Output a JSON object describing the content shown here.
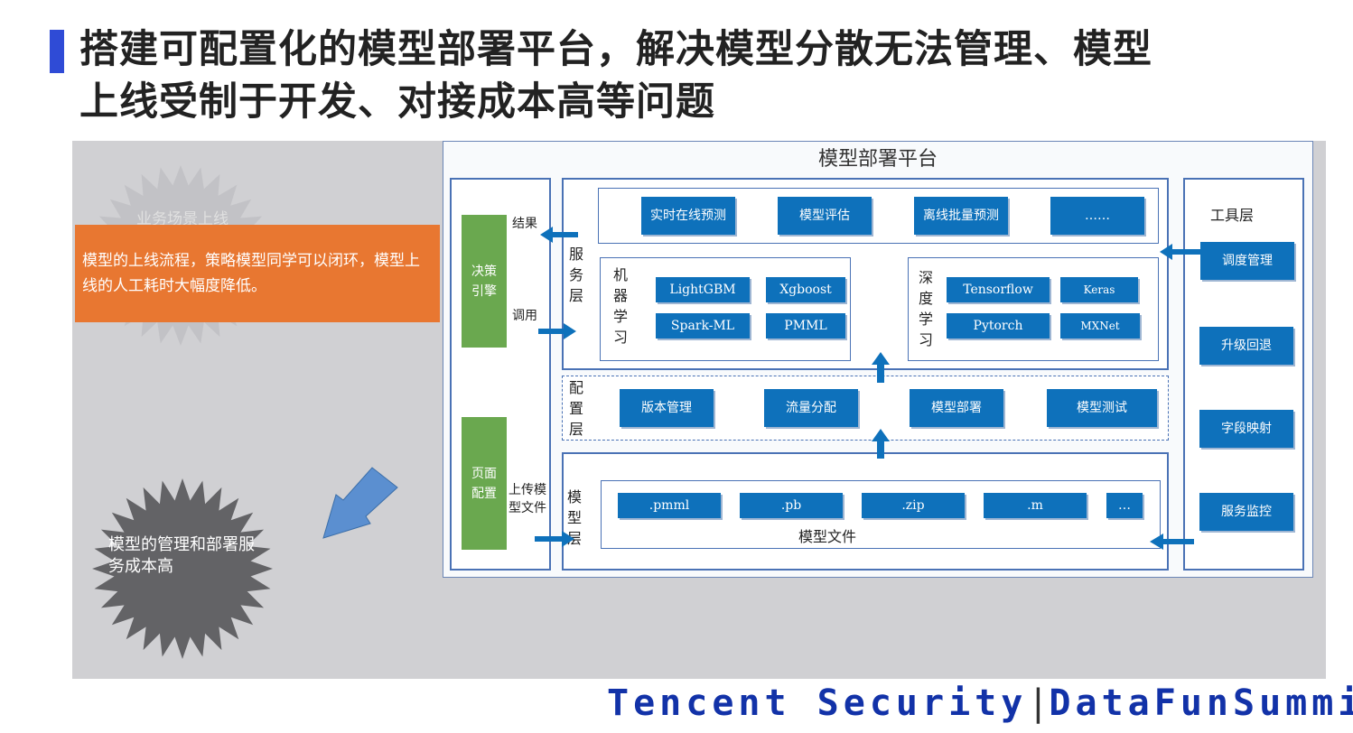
{
  "title": {
    "line1": "搭建可配置化的模型部署平台，解决模型分散无法管理、模型",
    "line2": "上线受制于开发、对接成本高等问题"
  },
  "starburst_text": "业务场景上线",
  "callout_text": "模型的上线流程，策略模型同学可以闭环，模型上线的人工耗时大幅度降低。",
  "dark_star_text": "模型的管理和部署服务成本高",
  "platform": {
    "title": "模型部署平台",
    "decision_engine": "决策引擎",
    "page_config": "页面配置",
    "result_label": "结果",
    "call_label": "调用",
    "upload_label": "上传模型文件",
    "service_layer": {
      "label": "服务层",
      "top_items": [
        "实时在线预测",
        "模型评估",
        "离线批量预测",
        "……"
      ],
      "ml_label": "机器学习",
      "ml_items": [
        "LightGBM",
        "Xgboost",
        "Spark-ML",
        "PMML"
      ],
      "dl_label": "深度学习",
      "dl_items": [
        "Tensorflow",
        "Keras",
        "Pytorch",
        "MXNet"
      ]
    },
    "config_layer": {
      "label": "配置层",
      "items": [
        "版本管理",
        "流量分配",
        "模型部署",
        "模型测试"
      ]
    },
    "model_layer": {
      "label": "模型层",
      "files": [
        ".pmml",
        ".pb",
        ".zip",
        ".m",
        "…"
      ],
      "files_caption": "模型文件"
    },
    "tool_layer": {
      "label": "工具层",
      "items": [
        "调度管理",
        "升级回退",
        "字段映射",
        "服务监控"
      ]
    }
  },
  "footer": {
    "left": "Tencent Security",
    "separator": "|",
    "right": "DataFunSummit"
  },
  "colors": {
    "accent_bar": "#2f4bd6",
    "box_blue": "#0e71bb",
    "green": "#6aa84f",
    "orange": "#e87731",
    "brand": "#1232a8"
  }
}
